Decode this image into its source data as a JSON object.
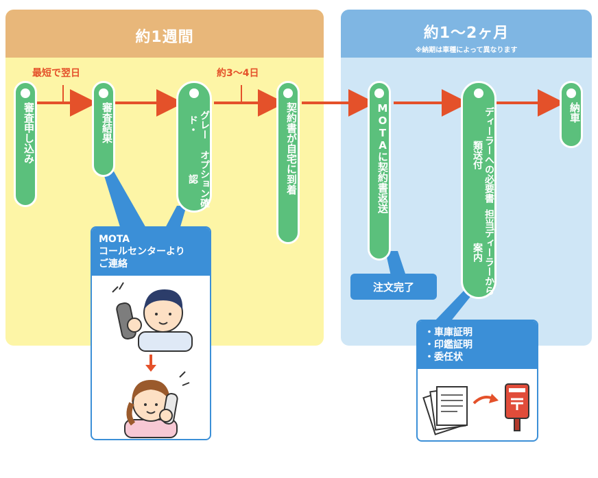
{
  "phases": {
    "week": {
      "title": "約1週間"
    },
    "month": {
      "title": "約1～2ヶ月",
      "note": "※納期は車種によって異なります"
    }
  },
  "timings": {
    "next_day": "最短で翌日",
    "three_four_days": "約3～4日"
  },
  "steps": [
    {
      "label": "審査申し込み"
    },
    {
      "label": "審査結果"
    },
    {
      "label_col1": "グレード・",
      "label_col2": "オプション確認"
    },
    {
      "label": "契約書が自宅に到着"
    },
    {
      "label": "MOTAに契約書返送"
    },
    {
      "label_col1": "ディーラーへの必要書類送付",
      "label_col2": "担当ディーラーから案内"
    },
    {
      "label": "納車"
    }
  ],
  "callouts": {
    "mota": {
      "line1": "MOTA",
      "line2": "コールセンターより",
      "line3": "ご連絡"
    },
    "order": {
      "label": "注文完了"
    },
    "documents": {
      "items": [
        "・車庫証明",
        "・印鑑証明",
        "・委任状"
      ]
    }
  },
  "colors": {
    "accent_orange": "#e4512a",
    "step_green": "#5bc07c",
    "callout_blue": "#3b8fd7",
    "week_header": "#e8b77a",
    "month_header": "#7fb6e3"
  },
  "icons": [
    "operator-on-phone-icon",
    "customer-on-phone-icon",
    "documents-icon",
    "mailbox-icon"
  ]
}
